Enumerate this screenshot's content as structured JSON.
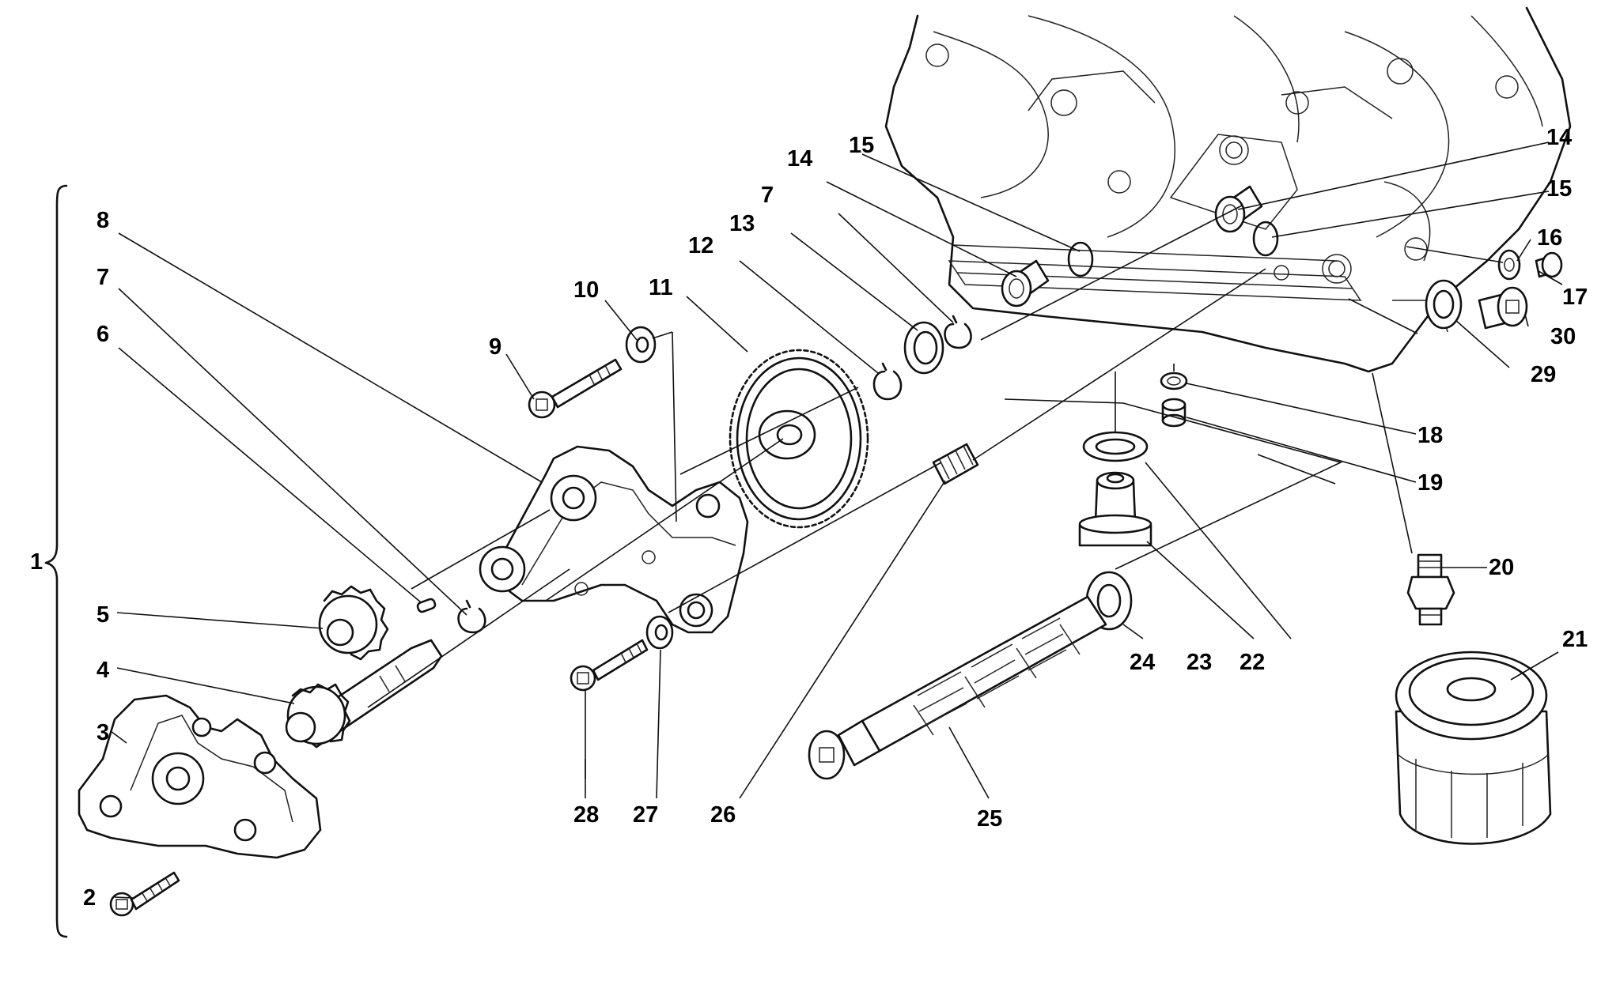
{
  "callouts": [
    {
      "id": "1",
      "label": "1"
    },
    {
      "id": "2",
      "label": "2"
    },
    {
      "id": "3",
      "label": "3"
    },
    {
      "id": "4",
      "label": "4"
    },
    {
      "id": "5",
      "label": "5"
    },
    {
      "id": "6",
      "label": "6"
    },
    {
      "id": "7a",
      "label": "7"
    },
    {
      "id": "7b",
      "label": "7"
    },
    {
      "id": "8",
      "label": "8"
    },
    {
      "id": "9",
      "label": "9"
    },
    {
      "id": "10",
      "label": "10"
    },
    {
      "id": "11",
      "label": "11"
    },
    {
      "id": "12",
      "label": "12"
    },
    {
      "id": "13",
      "label": "13"
    },
    {
      "id": "14a",
      "label": "14"
    },
    {
      "id": "14b",
      "label": "14"
    },
    {
      "id": "15a",
      "label": "15"
    },
    {
      "id": "15b",
      "label": "15"
    },
    {
      "id": "16",
      "label": "16"
    },
    {
      "id": "17",
      "label": "17"
    },
    {
      "id": "18",
      "label": "18"
    },
    {
      "id": "19",
      "label": "19"
    },
    {
      "id": "20",
      "label": "20"
    },
    {
      "id": "21",
      "label": "21"
    },
    {
      "id": "22",
      "label": "22"
    },
    {
      "id": "23",
      "label": "23"
    },
    {
      "id": "24",
      "label": "24"
    },
    {
      "id": "25",
      "label": "25"
    },
    {
      "id": "26",
      "label": "26"
    },
    {
      "id": "27",
      "label": "27"
    },
    {
      "id": "28",
      "label": "28"
    },
    {
      "id": "29",
      "label": "29"
    },
    {
      "id": "30",
      "label": "30"
    }
  ]
}
